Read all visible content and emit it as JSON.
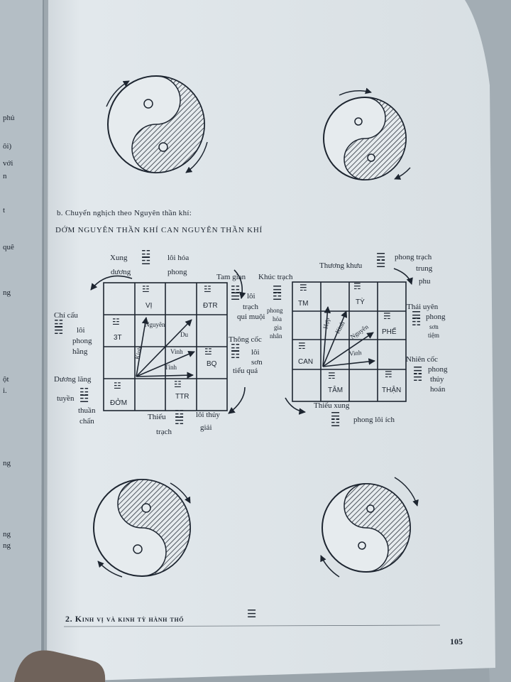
{
  "page": {
    "left_margin_fragments": [
      "phủ",
      "ôi)",
      "với",
      "n",
      "t",
      "quê",
      "ng",
      "ột",
      "i.",
      "ng",
      "ng",
      "ng"
    ],
    "section_b_title": "b. Chuyển nghịch theo Nguyên thần khí:",
    "section_b_subtitle": "DỚM NGUYÊN THẦN KHÍ CAN NGUYÊN THẦN KHÍ",
    "heading_2": "2. Kinh vị và kinh tỳ hành thố",
    "page_number": "105"
  },
  "left_diagram": {
    "labels": {
      "xung": "Xung",
      "loi_hoa": "lôi hỏa",
      "duong": "dương",
      "phong": "phong",
      "tam_gian": "Tam gian",
      "khuc_trach": "Khúc trạch",
      "chi_cau": "Chí cấu",
      "loi_phong_hang_1": "lôi",
      "loi_phong_hang_2": "phong",
      "loi_phong_hang_3": "hằng",
      "loi_trach_1": "lôi",
      "loi_trach_2": "trạch",
      "loi_trach_3": "qui muội",
      "thong_coc": "Thông cốc",
      "loi_son_1": "lôi",
      "loi_son_2": "sơn",
      "loi_son_3": "tiểu quá",
      "duong_lang": "Dương lăng",
      "tuyen": "tuyền",
      "thuan_chan_1": "thuần",
      "thuan_chan_2": "chấn",
      "thieu": "Thiếu",
      "trach": "trạch",
      "loi_thuy": "lôi thủy",
      "giai": "giải"
    },
    "cells": {
      "vi": "VỊ",
      "dtr": "ĐTR",
      "tam_t": "3T",
      "bq": "BQ",
      "dom": "ĐỞM",
      "ttr": "TTR"
    },
    "arrows": {
      "nguyen": "Nguyên",
      "kinh": "Kinh",
      "du": "Du",
      "vinh": "Vinh",
      "tinh": "Tỉnh"
    }
  },
  "right_diagram": {
    "labels": {
      "thuong_khuu": "Thương khưu",
      "phong_trach_1": "phong trạch",
      "phong_trach_2": "trung",
      "phong_trach_3": "phu",
      "phong_hoa_1": "phong",
      "phong_hoa_2": "hỏa",
      "phong_hoa_3": "gia",
      "phong_hoa_4": "nhân",
      "thai_uyen": "Thái uyên",
      "phong_son_1": "phong",
      "phong_son_2": "sơn",
      "phong_son_3": "tiệm",
      "nhien_coc": "Nhiên cốc",
      "phong_thuy_1": "phong",
      "phong_thuy_2": "thủy",
      "phong_thuy_3": "hoán",
      "thieu_xung": "Thiếu xung",
      "phong_loi_ich": "phong lôi ích"
    },
    "cells": {
      "tm": "TM",
      "ty": "TỲ",
      "phe": "PHẾ",
      "can": "CAN",
      "tam": "TÂM",
      "than": "THẬN"
    },
    "arrows": {
      "hop": "Hợp",
      "kinh": "Kinh",
      "nguyen": "Nguyên",
      "vinh": "Vinh"
    }
  },
  "colors": {
    "page": "#dfe5e9",
    "ink": "#1d2530",
    "outer": "#8f9aa3",
    "shadow": "#6c757d"
  }
}
